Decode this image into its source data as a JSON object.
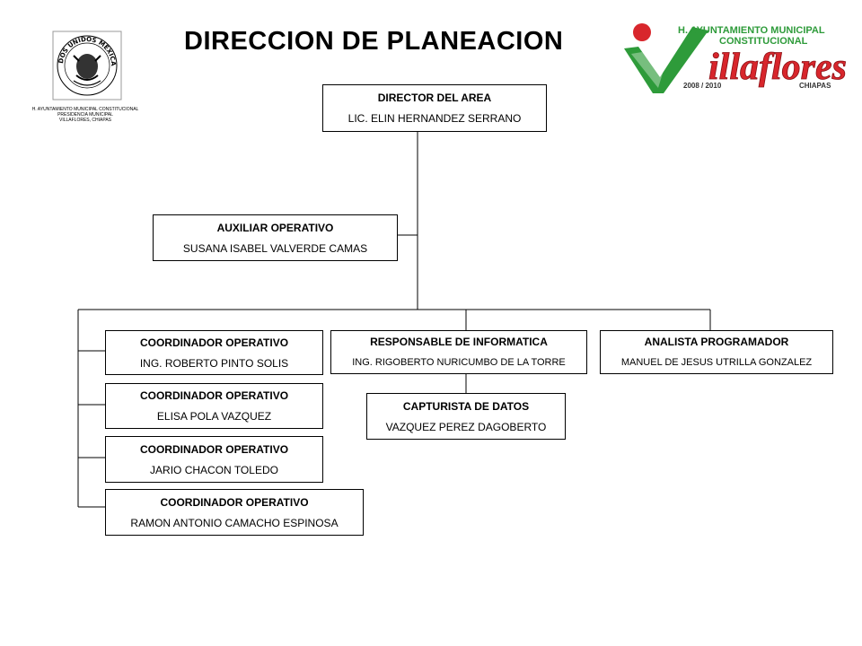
{
  "header": {
    "title": "DIRECCION DE PLANEACION",
    "seal_caption": [
      "H. AYUNTAMIENTO MUNICIPAL CONSTITUCIONAL",
      "PRESIDENCIA MUNICIPAL",
      "VILLAFLORES, CHIAPAS"
    ],
    "seal_ring_text": "ESTADOS UNIDOS MEXICANOS",
    "logo": {
      "line1": "H. AYUNTAMIENTO MUNICIPAL",
      "line2": "CONSTITUCIONAL",
      "wordmark": "illaflores",
      "years": "2008 / 2010",
      "state": "CHIAPAS",
      "colors": {
        "green": "#2e9b3a",
        "red": "#d8262c"
      }
    }
  },
  "org": {
    "director": {
      "title": "DIRECTOR DEL AREA",
      "name": "LIC. ELIN HERNANDEZ SERRANO"
    },
    "auxiliar": {
      "title": "AUXILIAR OPERATIVO",
      "name": "SUSANA ISABEL VALVERDE CAMAS"
    },
    "coordinators": [
      {
        "title": "COORDINADOR  OPERATIVO",
        "name": "ING. ROBERTO PINTO  SOLIS"
      },
      {
        "title": "COORDINADOR  OPERATIVO",
        "name": "ELISA POLA VAZQUEZ"
      },
      {
        "title": "COORDINADOR  OPERATIVO",
        "name": "JARIO CHACON TOLEDO"
      },
      {
        "title": "COORDINADOR  OPERATIVO",
        "name": "RAMON ANTONIO  CAMACHO ESPINOSA"
      }
    ],
    "informatica": {
      "title": "RESPONSABLE DE INFORMATICA",
      "name": "ING. RIGOBERTO  NURICUMBO DE LA TORRE"
    },
    "capturista": {
      "title": "CAPTURISTA  DE DATOS",
      "name": "VAZQUEZ PEREZ DAGOBERTO"
    },
    "analista": {
      "title": "ANALISTA PROGRAMADOR",
      "name": "MANUEL DE JESUS UTRILLA GONZALEZ"
    }
  }
}
